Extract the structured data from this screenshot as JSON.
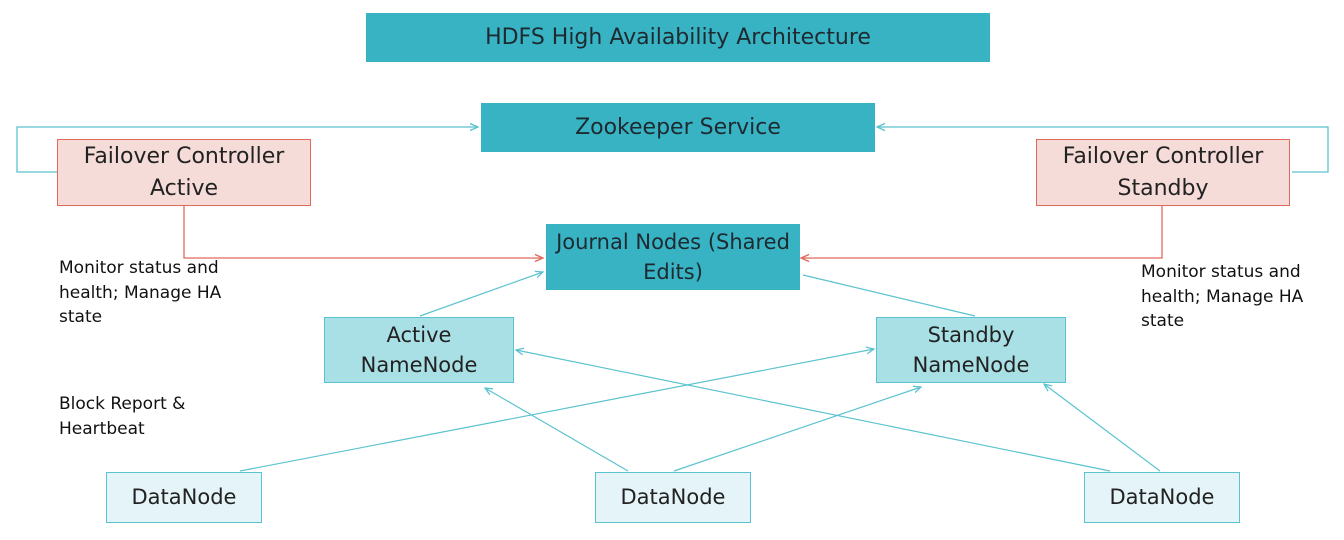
{
  "title": "HDFS High Availability Architecture",
  "zookeeper": "Zookeeper Service",
  "failover_active": {
    "line1": "Failover Controller",
    "line2": "Active"
  },
  "failover_standby": {
    "line1": "Failover Controller",
    "line2": "Standby"
  },
  "journal": {
    "line1": "Journal Nodes",
    "line2": "(Shared Edits)"
  },
  "namenode_active": {
    "line1": "Active",
    "line2": "NameNode"
  },
  "namenode_standby": {
    "line1": "Standby",
    "line2": "NameNode"
  },
  "datanodes": [
    "DataNode",
    "DataNode",
    "DataNode"
  ],
  "notes": {
    "monitor_left": {
      "line1": "Monitor status and",
      "line2": "health; Manage HA",
      "line3": "state"
    },
    "monitor_right": {
      "line1": "Monitor status and",
      "line2": "health; Manage HA",
      "line3": "state"
    },
    "block_report": {
      "line1": "Block Report &",
      "line2": "Heartbeat"
    }
  },
  "colors": {
    "teal": "#38b3c4",
    "failover_fill": "#f6dcd8",
    "failover_border": "#e06a5a",
    "namenode_fill": "#a9e0e6",
    "datanode_fill": "#e4f4f8",
    "connector_teal": "#5bc2cf",
    "connector_red": "#e06a5a"
  }
}
